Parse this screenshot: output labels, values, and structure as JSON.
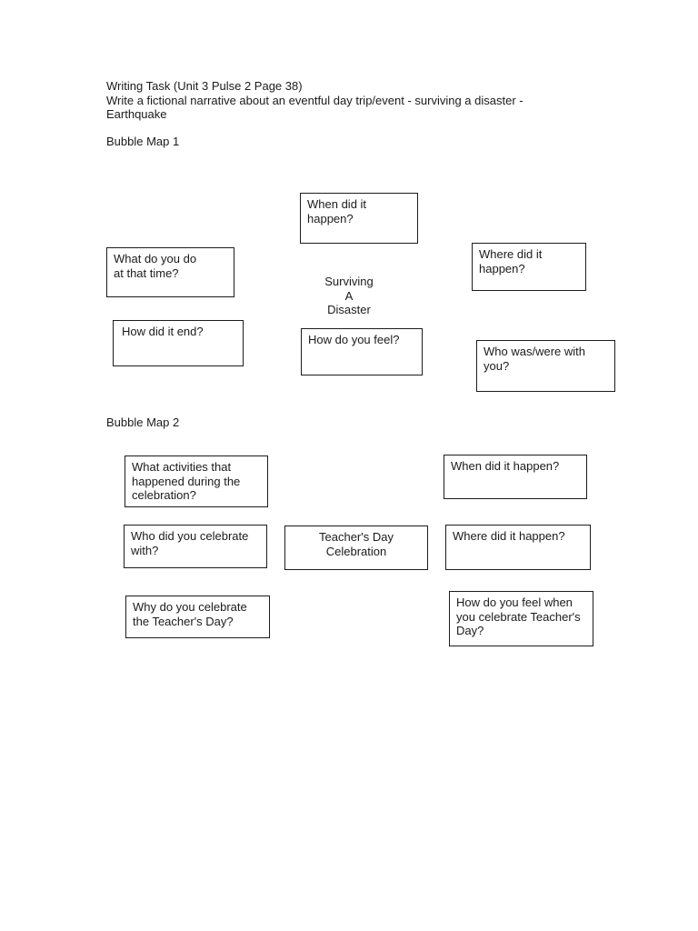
{
  "colors": {
    "page_bg": "#ffffff",
    "text": "#1b1b1b",
    "box_border": "#1c1c1c"
  },
  "header": {
    "title": "Writing Task (Unit 3 Pulse 2 Page 38)",
    "task_line1": "Write a fictional narrative about an eventful day trip/event - surviving a disaster -",
    "task_line2": "Earthquake"
  },
  "bubble_map_1": {
    "heading": "Bubble Map 1",
    "center_lines": [
      "Surviving",
      "A",
      "Disaster"
    ],
    "boxes": [
      {
        "id": "when-did-it-happen",
        "lines": [
          "When did it",
          "happen?"
        ]
      },
      {
        "id": "what-do-you-do-at-that-time",
        "lines": [
          "What do you do",
          "at that time?"
        ]
      },
      {
        "id": "where-did-it-happen",
        "lines": [
          "Where did it",
          "happen?"
        ]
      },
      {
        "id": "how-did-it-end",
        "lines": [
          "How did it end?"
        ]
      },
      {
        "id": "how-do-you-feel",
        "lines": [
          "How do you feel?"
        ]
      },
      {
        "id": "who-was-were-with-you",
        "lines": [
          "Who was/were with",
          "you?"
        ]
      }
    ]
  },
  "bubble_map_2": {
    "heading": "Bubble Map 2",
    "center_lines": [
      "Teacher's Day",
      "Celebration"
    ],
    "boxes": [
      {
        "id": "what-activities",
        "lines": [
          "What activities that",
          "happened during the",
          "celebration?"
        ]
      },
      {
        "id": "when-did-it-happen",
        "lines": [
          "When did it happen?"
        ]
      },
      {
        "id": "who-did-you-celebrate-with",
        "lines": [
          "Who did you celebrate",
          "with?"
        ]
      },
      {
        "id": "where-did-it-happen",
        "lines": [
          "Where did it happen?"
        ]
      },
      {
        "id": "why-do-you-celebrate",
        "lines": [
          "Why do you celebrate",
          "the Teacher's Day?"
        ]
      },
      {
        "id": "how-do-you-feel-teachers-day",
        "lines": [
          "How do you feel when",
          "you celebrate Teacher's",
          "Day?"
        ]
      }
    ]
  }
}
